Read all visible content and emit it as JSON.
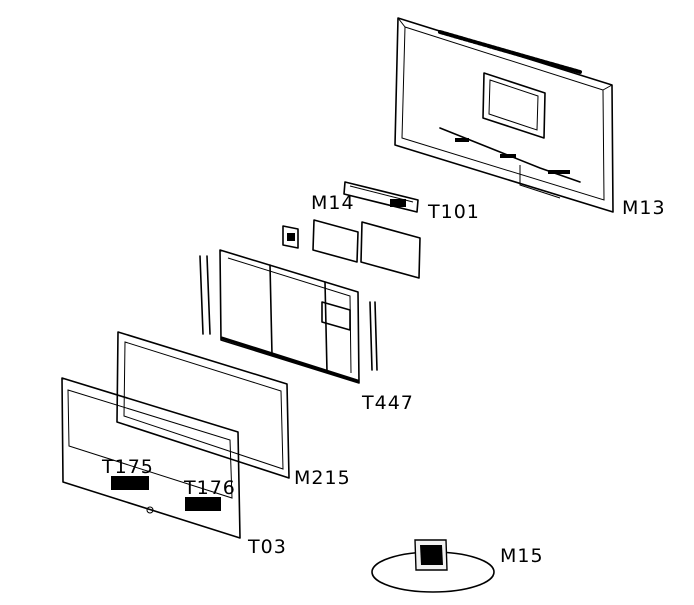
{
  "callouts": {
    "m13": "M13",
    "t101": "T101",
    "m14": "M14",
    "t447": "T447",
    "m215": "M215",
    "t175": "T175",
    "t176": "T176",
    "t03": "T03",
    "m15": "M15"
  }
}
